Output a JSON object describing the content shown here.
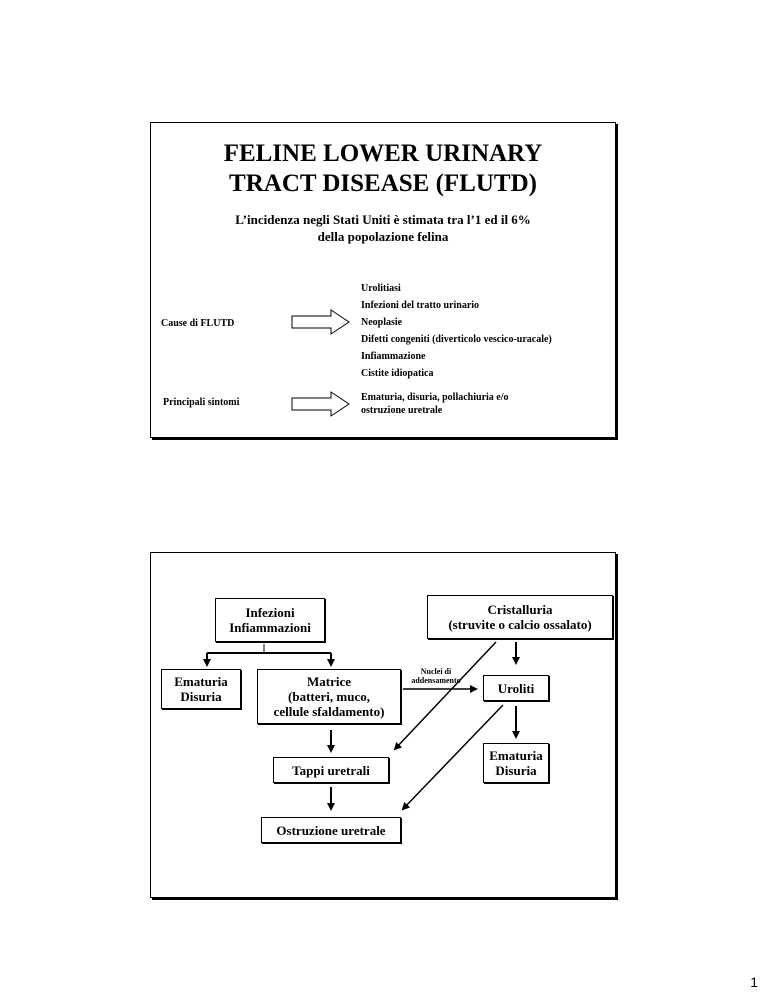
{
  "slide1": {
    "title": [
      "FELINE LOWER URINARY",
      "TRACT DISEASE (FLUTD)"
    ],
    "subtitle": [
      "L’incidenza negli Stati Uniti è stimata tra l’1 ed il 6%",
      "della popolazione felina"
    ],
    "causes_label": "Cause di FLUTD",
    "causes": [
      "Urolitiasi",
      "Infezioni del tratto urinario",
      "Neoplasie",
      "Difetti congeniti (diverticolo vescico-uracale)",
      "Infiammazione",
      "Cistite idiopatica"
    ],
    "symptoms_label": "Principali sintomi",
    "symptoms": [
      "Ematuria, disuria, pollachiuria e/o",
      "ostruzione uretrale"
    ]
  },
  "slide2": {
    "infezioni": [
      "Infezioni",
      "Infiammazioni"
    ],
    "cristalluria": [
      "Cristalluria",
      "(struvite o calcio ossalato)"
    ],
    "ematuria_left": [
      "Ematuria",
      "Disuria"
    ],
    "matrice": [
      "Matrice",
      "(batteri, muco,",
      "cellule sfaldamento)"
    ],
    "nuclei": [
      "Nuclei di",
      "addensamento"
    ],
    "uroliti": "Uroliti",
    "ematuria_right": [
      "Ematuria",
      "Disuria"
    ],
    "tappi": "Tappi uretrali",
    "ostruzione": "Ostruzione uretrale"
  },
  "page_number": "1"
}
